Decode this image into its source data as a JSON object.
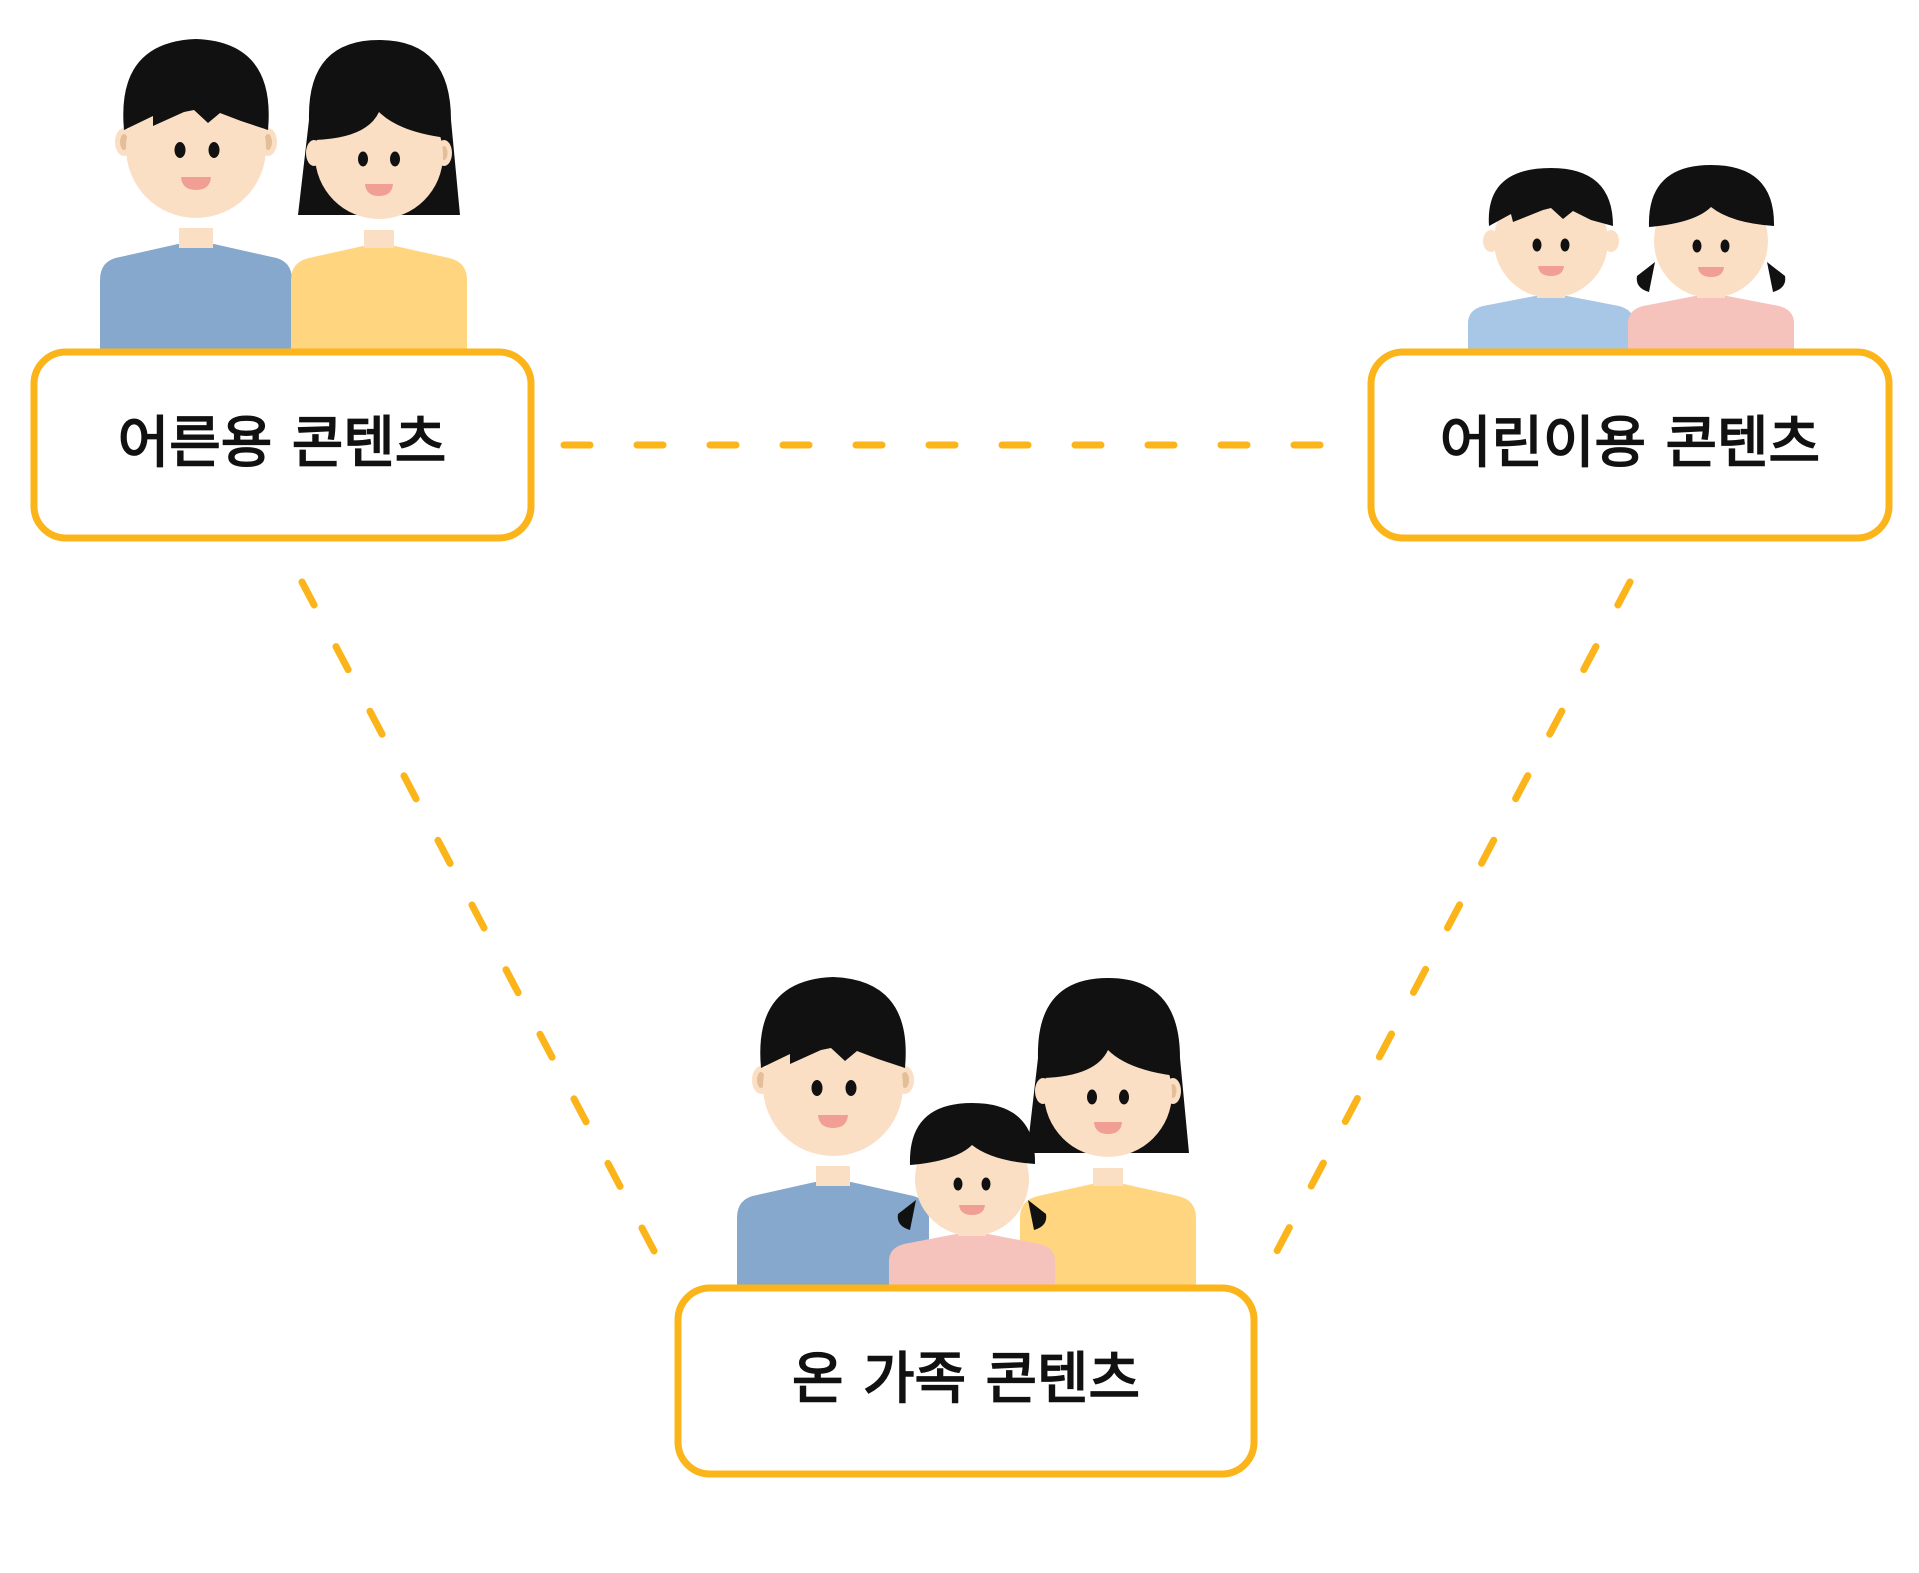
{
  "nodes": {
    "adult": {
      "label": "어른용 콘텐츠"
    },
    "child": {
      "label": "어린이용 콘텐츠"
    },
    "family": {
      "label": "온 가족 콘텐츠"
    }
  },
  "colors": {
    "accent": "#FBB51A",
    "skin": "#FBDFC5",
    "hair": "#111111",
    "blue_shirt": "#86A8CC",
    "yellow_shirt": "#FFD57F",
    "light_blue_shirt": "#A8C7E6",
    "pink_shirt": "#F6C3BC",
    "mouth": "#F19F95",
    "ear_shade": "#E4BE99"
  },
  "icons": {
    "adult": [
      "man-icon",
      "woman-icon"
    ],
    "child": [
      "boy-icon",
      "girl-icon"
    ],
    "family": [
      "father-icon",
      "mother-icon",
      "daughter-icon"
    ]
  }
}
